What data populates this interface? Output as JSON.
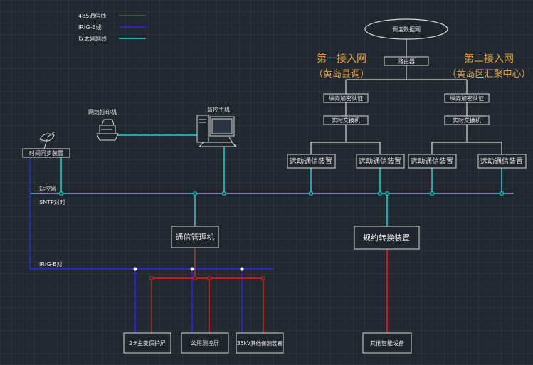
{
  "legend": {
    "line_485": "485通信线",
    "line_irigb": "IRIG-B线",
    "line_ethernet": "以太网网线"
  },
  "network_cloud": "调度数据网",
  "router": "路由器",
  "access_points": {
    "first_title": "第一接入网",
    "first_sub": "（黄岛县调）",
    "second_title": "第二接入网",
    "second_sub": "（黄岛区汇聚中心）"
  },
  "auth_devices": [
    "纵向加密认证",
    "纵向加密认证"
  ],
  "switches": [
    "实时交换机",
    "实时交换机"
  ],
  "telecontrol_devices": [
    "远动通信装置",
    "远动通信装置",
    "远动通信装置",
    "远动通信装置"
  ],
  "printer": "网络打印机",
  "host": "监控主机",
  "time_sync": "时间同步装置",
  "station_net": "站控网",
  "sntp": "SNTP对时",
  "comm_manager": "通信管理机",
  "protocol_converter": "规约转换装置",
  "irig_label": "IRIG-B对",
  "bottom_devices": [
    "2#主变保护屏",
    "公用测控屏",
    "35kV其他保测装置"
  ],
  "other_devices": "其他智能设备",
  "colors": {
    "rs485": "#e02020",
    "irigb": "#2a2ad8",
    "ethernet": "#22d0d8",
    "background": "#212830",
    "orange_text": "#e0a040"
  }
}
